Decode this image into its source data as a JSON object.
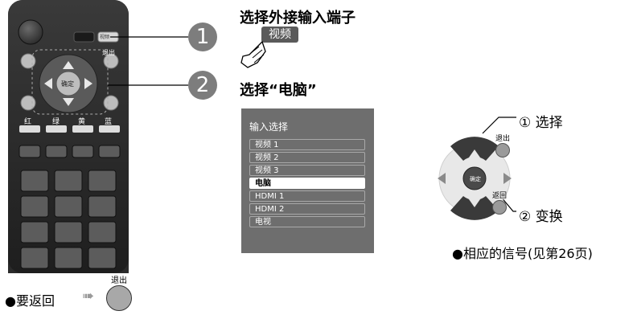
{
  "steps": {
    "step1_num": "1",
    "step1_text": "选择外接输入端子",
    "step1_button": "视频",
    "step2_num": "2",
    "step2_text": "选择“电脑”"
  },
  "remote": {
    "input_label": "视频",
    "exit_label": "退出",
    "ok_label": "确定",
    "color_labels": [
      "红",
      "绿",
      "黄",
      "蓝"
    ]
  },
  "menu": {
    "title": "输入选择",
    "items": [
      "视频 1",
      "视频 2",
      "视频 3",
      "电脑",
      "HDMI 1",
      "HDMI 2",
      "电视"
    ],
    "selected_index": 3
  },
  "diagram": {
    "callout1": "① 选择",
    "callout2": "② 变换",
    "exit_label": "退出",
    "return_label": "返回",
    "ok_label": "确定",
    "note": "●相应的信号(见第26页)"
  },
  "footer": {
    "back_text": "●要返回",
    "arrow": "➠",
    "exit_label": "退出"
  }
}
